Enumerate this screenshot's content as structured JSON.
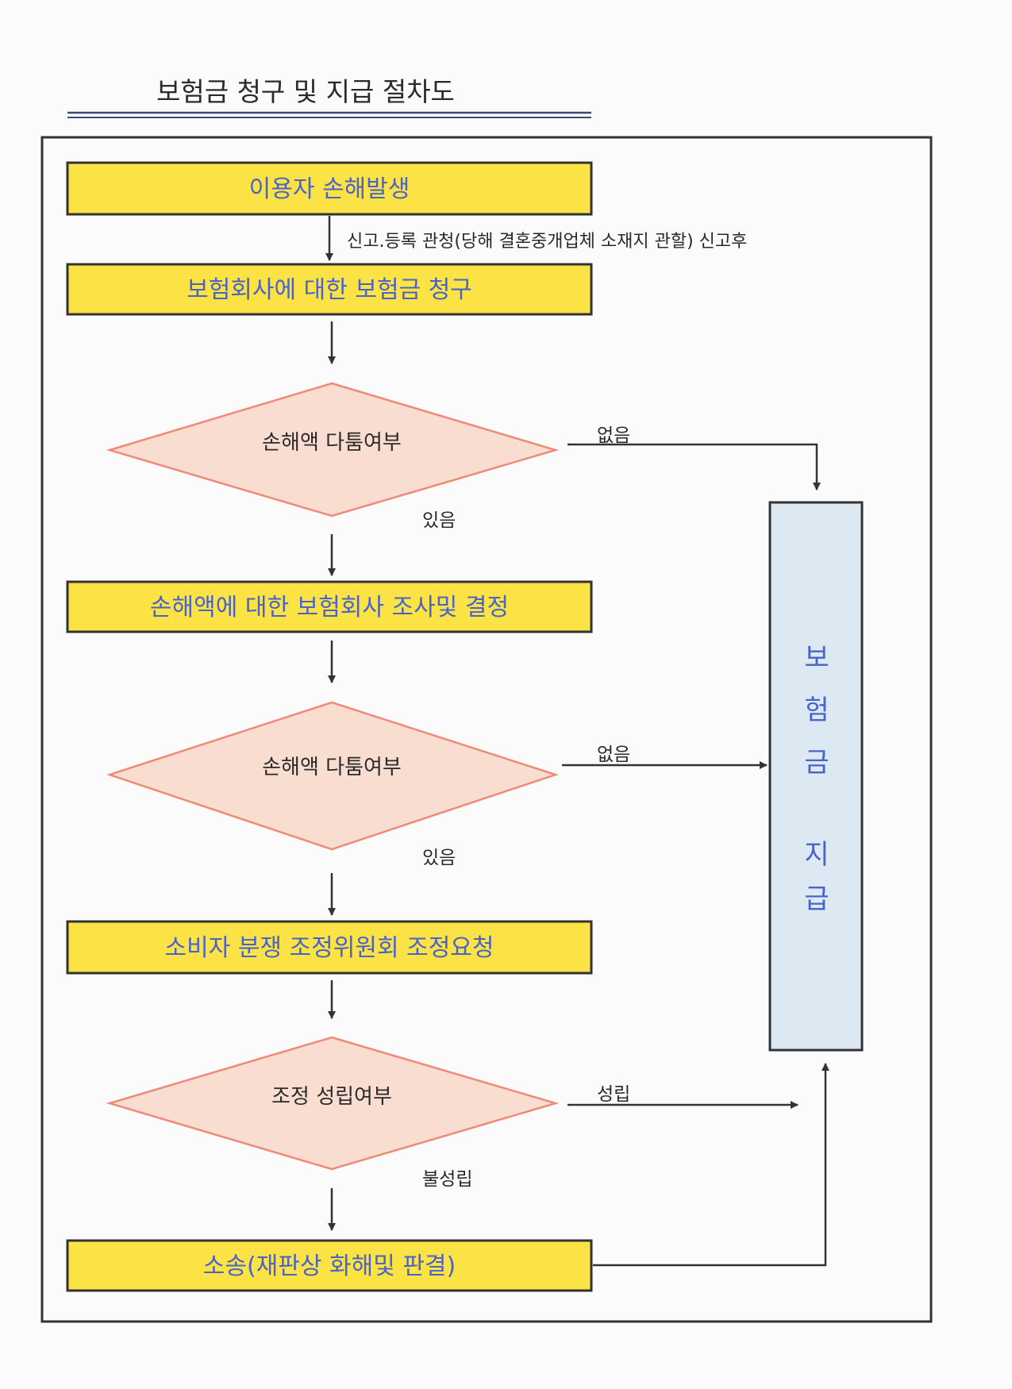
{
  "title": "보험금 청구 및 지급 절차도",
  "steps": [
    {
      "label": "이용자 손해발생"
    },
    {
      "label": "보험회사에 대한 보험금 청구"
    },
    {
      "label": "손해액에 대한 보험회사 조사및 결정"
    },
    {
      "label": "소비자 분쟁 조정위원회 조정요청"
    },
    {
      "label": "소송(재판상 화해및 판결)"
    }
  ],
  "note": "신고.등록 관청(당해 결혼중개업체 소재지 관할) 신고후",
  "decisions": [
    {
      "label": "손해액 다툼여부",
      "yes": "있음",
      "no": "없음"
    },
    {
      "label": "손해액 다툼여부",
      "yes": "있음",
      "no": "없음"
    },
    {
      "label": "조정 성립여부",
      "yes": "성립",
      "no": "불성립"
    }
  ],
  "payout": {
    "chars": [
      "보",
      "험",
      "금",
      "지",
      "급"
    ]
  },
  "colors": {
    "step_fill": "#fbe245",
    "decision_fill": "#f9ddd0",
    "decision_stroke": "#f08a78",
    "payout_fill": "#dce9f3",
    "text_blue": "#4a63c8"
  }
}
